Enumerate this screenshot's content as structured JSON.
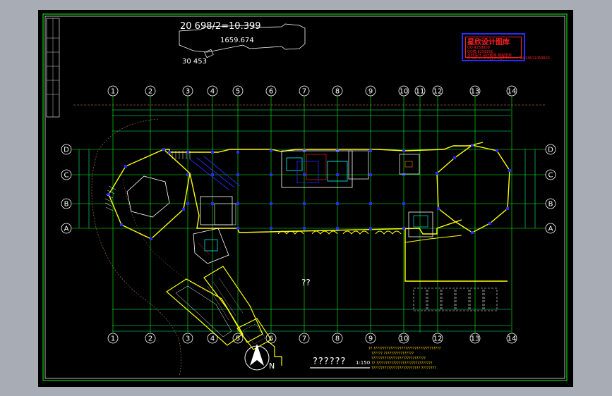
{
  "app": {
    "background_color": "#a8adb5",
    "canvas_color": "#000000",
    "line_color_main": "#ffff00",
    "line_color_grid": "#00ff00",
    "line_color_dim": "#00ff80",
    "accent_blue": "#2a2aff",
    "accent_red": "#ff2020"
  },
  "header": {
    "scale_text": "20 698/2=10.399",
    "area_text": "1659.674",
    "corner_dim": "30 453"
  },
  "stamp": {
    "title": "星欣设计图库",
    "line1": "QQ:4258800",
    "line2": "QQ群:6258800",
    "line3": "星欣设计 设计图库 版权所有",
    "line4": "Email:xinshejijuku@126.com Tel:13611063603"
  },
  "axes": {
    "columns": [
      "1",
      "2",
      "3",
      "4",
      "5",
      "6",
      "7",
      "8",
      "9",
      "10",
      "11",
      "12",
      "13",
      "14"
    ],
    "bottom_columns": [
      "1",
      "2",
      "3",
      "4",
      "5",
      "6",
      "7",
      "8",
      "9",
      "10",
      "12",
      "13",
      "14"
    ],
    "rows": [
      "D",
      "C",
      "B",
      "A"
    ]
  },
  "plan": {
    "center_mark": "??",
    "title": "??????",
    "scale": "1:150",
    "north": "N"
  },
  "notes": [
    "?? ????????????????????????????????????",
    "  ?????? ????????????????",
    "?????????????????????????????",
    "?? ??????????????????????????????",
    "?????????????????????????? ????????"
  ]
}
